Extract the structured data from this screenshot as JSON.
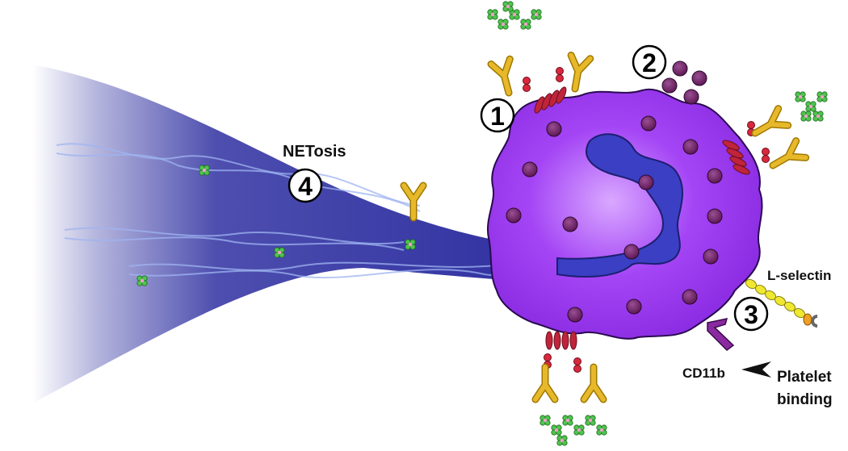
{
  "labels": {
    "netosis": "NETosis",
    "l_selectin": "L-selectin",
    "cd11b": "CD11b",
    "platelet_line1": "Platelet",
    "platelet_line2": "binding"
  },
  "steps": [
    "1",
    "2",
    "3",
    "4"
  ],
  "colors": {
    "net_blue": "#2e2fa0",
    "cell_purple": "#9b3df0",
    "nucleus": "#3a3fc4",
    "granule": "#6b1f63",
    "receptor": "#c0243a",
    "antibody": "#e0b020",
    "l_selectin": "#e8e020",
    "cd11b": "#6a1a80",
    "immune_complex": "#44bb44"
  },
  "icons": {
    "step_marker": "circled-number",
    "arrow": "arrowhead-icon"
  }
}
